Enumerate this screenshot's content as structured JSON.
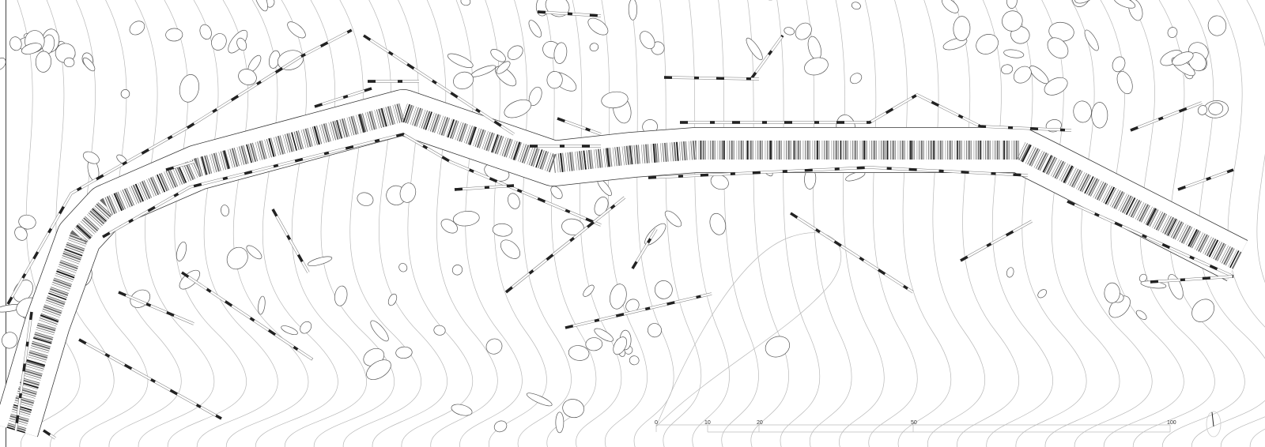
{
  "drawing": {
    "type": "site plan",
    "colors": {
      "contour": "#b8b8b8",
      "ink": "#222222",
      "path_hatch": "#555555",
      "background": "#ffffff"
    }
  },
  "scale_bar": {
    "labels": [
      "0",
      "10",
      "20",
      "50",
      "100"
    ],
    "values": [
      0,
      10,
      20,
      50,
      100
    ]
  },
  "north_arrow": {
    "icon": "north-arrow-icon"
  }
}
